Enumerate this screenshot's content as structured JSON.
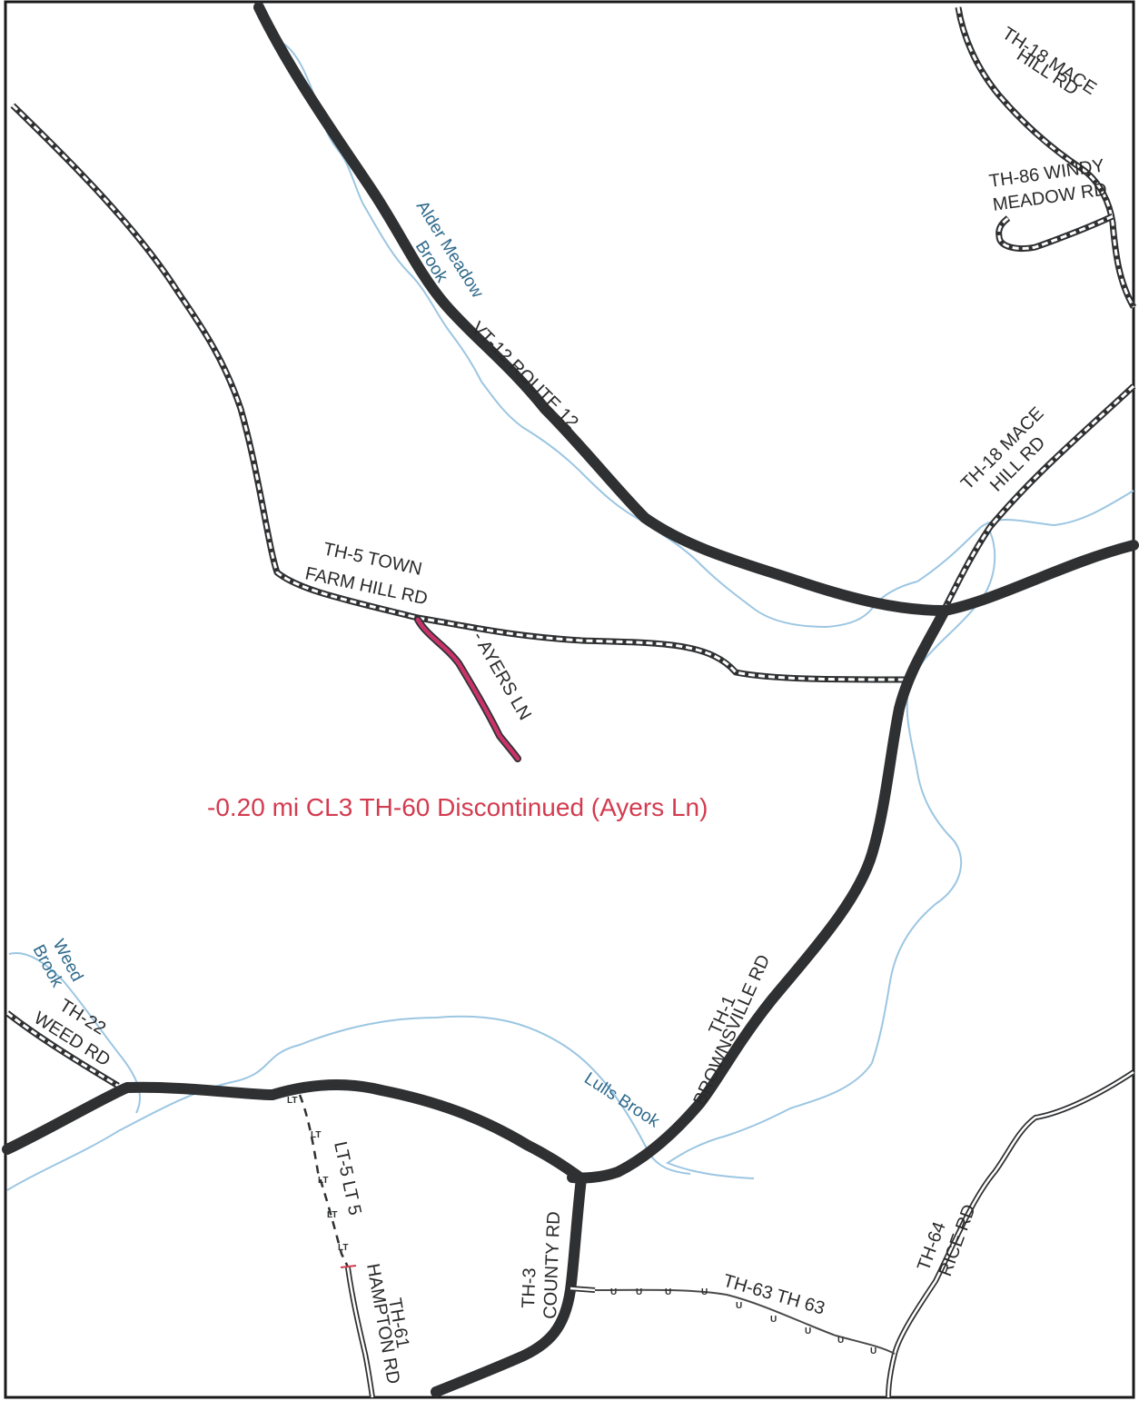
{
  "roads": {
    "vt12": "VT-12 ROUTE 12",
    "th18_north_1": "TH-18 MACE",
    "th18_north_2": "HILL RD",
    "th86_1": "TH-86 WINDY",
    "th86_2": "MEADOW RD",
    "th18_east_1": "TH-18 MACE",
    "th18_east_2": "HILL RD",
    "th5_1": "TH-5 TOWN",
    "th5_2": "FARM HILL RD",
    "ayers": "- AYERS LN",
    "th1_1": "TH-1",
    "th1_2": "BROWNSVILLE RD",
    "th22_1": "TH-22",
    "th22_2": "WEED RD",
    "lt5": "LT-5 LT 5",
    "th61_1": "TH-61",
    "th61_2": "HAMPTON RD",
    "th3_1": "TH-3",
    "th3_2": "COUNTY RD",
    "th63": "TH-63 TH 63",
    "th64_1": "TH-64",
    "th64_2": "RICE RD"
  },
  "streams": {
    "alder_1": "Alder Meadow",
    "alder_2": "Brook",
    "weed_1": "Weed",
    "weed_2": "Brook",
    "lulls": "Lulls Brook"
  },
  "markers": {
    "legal_trail": "LT",
    "unmaintained": "U"
  },
  "note": "-0.20 mi CL3 TH-60 Discontinued (Ayers Ln)",
  "colors": {
    "road": "#2f3032",
    "stream": "#9cc6e2",
    "discontinued": "#c8336a",
    "note": "#d33b4f",
    "water_label": "#2f6a8c"
  }
}
